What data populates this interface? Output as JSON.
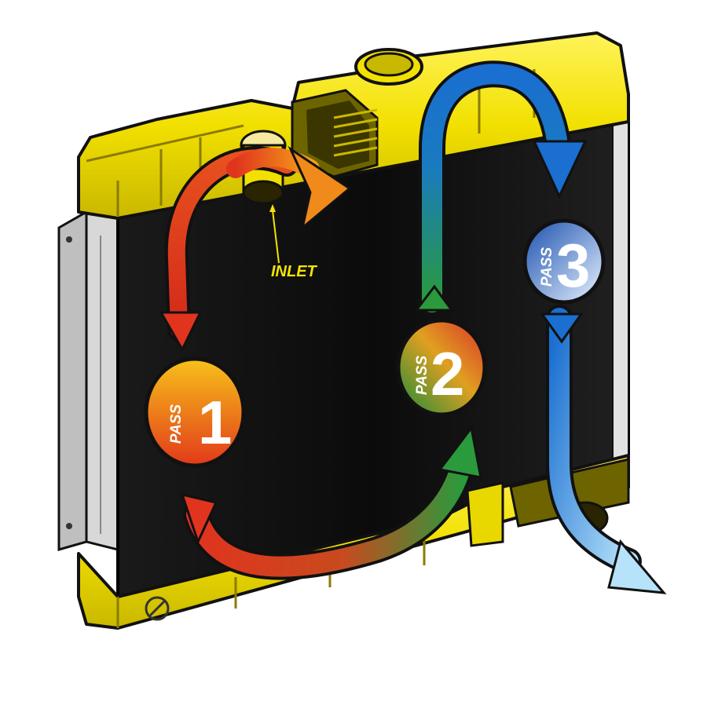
{
  "labels": {
    "inlet": "INLET"
  },
  "passes": [
    {
      "word": "PASS",
      "number": "1"
    },
    {
      "word": "PASS",
      "number": "2"
    },
    {
      "word": "PASS",
      "number": "3"
    }
  ],
  "colors": {
    "tank_yellow": "#f2e300",
    "core_black": "#111111",
    "pass1_gradient": [
      "#f7c21a",
      "#e23a1a"
    ],
    "pass2_gradient": [
      "#1a8a3a",
      "#d9302a"
    ],
    "pass3_gradient": [
      "#1a4fae",
      "#e8f4ff"
    ],
    "arrow_red": "#e0341e",
    "arrow_orange": "#f08a1a",
    "arrow_green": "#2a9a3c",
    "arrow_blue": "#1a6fd0",
    "arrow_lightblue": "#7cc6f2"
  }
}
